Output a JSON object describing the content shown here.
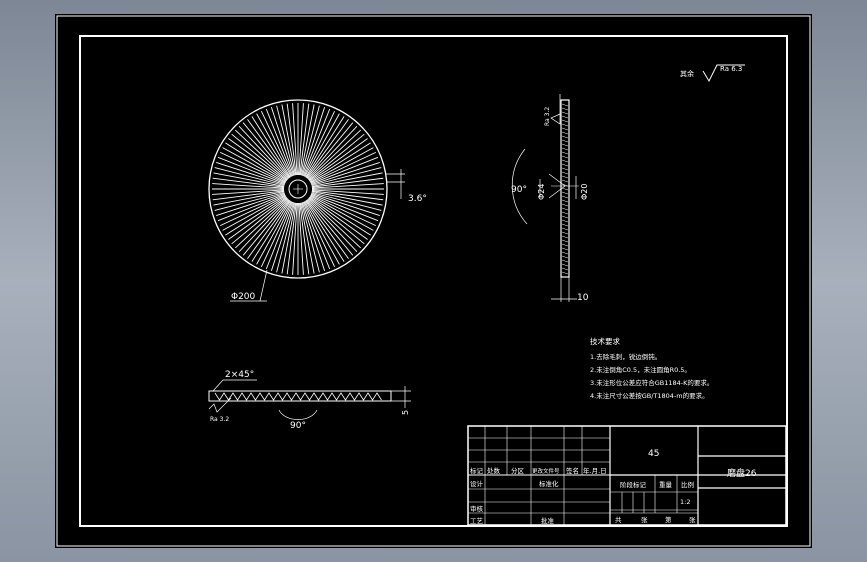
{
  "roughness_general": {
    "prefix": "其余",
    "value": "Ra 6.3"
  },
  "front_view": {
    "diameter_label": "Φ200",
    "angle_label": "3.6°",
    "slot_count": 100
  },
  "side_view": {
    "roughness": "Ra 3.2",
    "bore_label": "Φ24",
    "hub_label": "Φ20",
    "angle_label": "90°",
    "thickness_label": "10"
  },
  "section_view": {
    "chamfer_label": "2×45°",
    "roughness": "Ra 3.2",
    "angle_label": "90°",
    "height_label": "5"
  },
  "tech_req": {
    "title": "技术要求",
    "items": [
      "1.去除毛刺，锐边倒钝。",
      "2.未注倒角C0.5，未注圆角R0.5。",
      "3.未注形位公差应符合GB1184-K的要求。",
      "4.未注尺寸公差按GB/T1804-m的要求。"
    ]
  },
  "title_block": {
    "material": "45",
    "part_name": "磨盘26",
    "row_headers": [
      "标记",
      "处数",
      "分区",
      "更改文件号",
      "签名",
      "年.月.日"
    ],
    "design": "设计",
    "standardization": "标准化",
    "review": "审核",
    "process": "工艺",
    "approve": "批准",
    "stage_mark": "阶段标记",
    "weight": "重量",
    "scale": "比例",
    "scale_value": "1:2",
    "sheet_total": "共",
    "sheet_word": "张",
    "sheet_num": "第",
    "sheet_word2": "张"
  }
}
